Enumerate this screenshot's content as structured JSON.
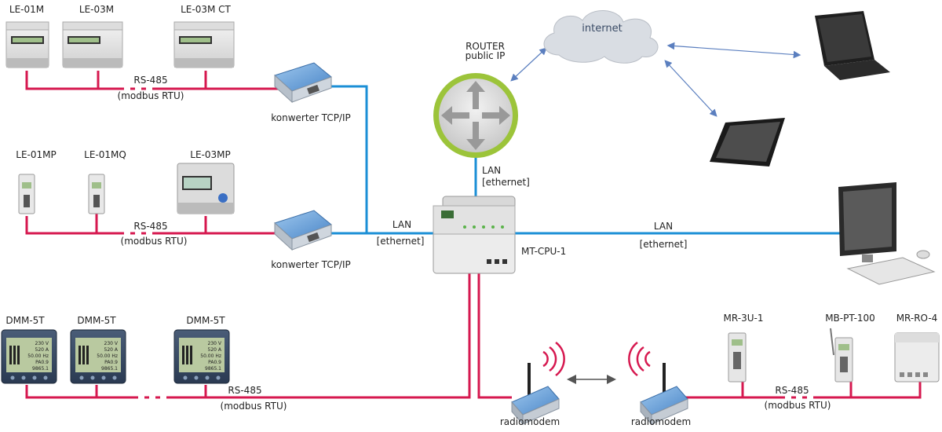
{
  "devices": {
    "le01m": "LE-01M",
    "le03m": "LE-03M",
    "le03mct": "LE-03M CT",
    "le01mp": "LE-01MP",
    "le01mq": "LE-01MQ",
    "le03mp": "LE-03MP",
    "dmm_1": "DMM-5T",
    "dmm_2": "DMM-5T",
    "dmm_3": "DMM-5T",
    "mr3u1": "MR-3U-1",
    "mbpt100": "MB-PT-100",
    "mrro4": "MR-RO-4",
    "router_line1": "ROUTER",
    "router_line2": "public IP",
    "internet": "internet",
    "mtcpu": "MT-CPU-1"
  },
  "bus": {
    "rs485_1": "RS-485",
    "modbus_1": "(modbus RTU)",
    "rs485_2": "RS-485",
    "modbus_2": "(modbus RTU)",
    "rs485_3": "RS-485",
    "modbus_3": "(modbus RTU)",
    "rs485_4": "RS-485",
    "modbus_4": "(modbus RTU)"
  },
  "converters": {
    "conv_1": "konwerter TCP/IP",
    "conv_2": "konwerter TCP/IP",
    "radio_1": "radiomodem",
    "radio_2": "radiomodem"
  },
  "lan": {
    "router_lan": "LAN",
    "router_eth": "[ethernet]",
    "left_lan": "LAN",
    "left_eth": "[ethernet]",
    "right_lan": "LAN",
    "right_eth": "[ethernet]"
  },
  "meter_screens": {
    "line1": "230 V",
    "line2": "520 A",
    "line3": "50.00 Hz",
    "line4": "PA0.9",
    "line5": "9865.1"
  },
  "colors": {
    "rs485": "#d6184f",
    "lan": "#1b8fd6",
    "router_ring": "#9cc43a",
    "cloud": "#d9dde3",
    "arrow": "#5b7fbf"
  }
}
